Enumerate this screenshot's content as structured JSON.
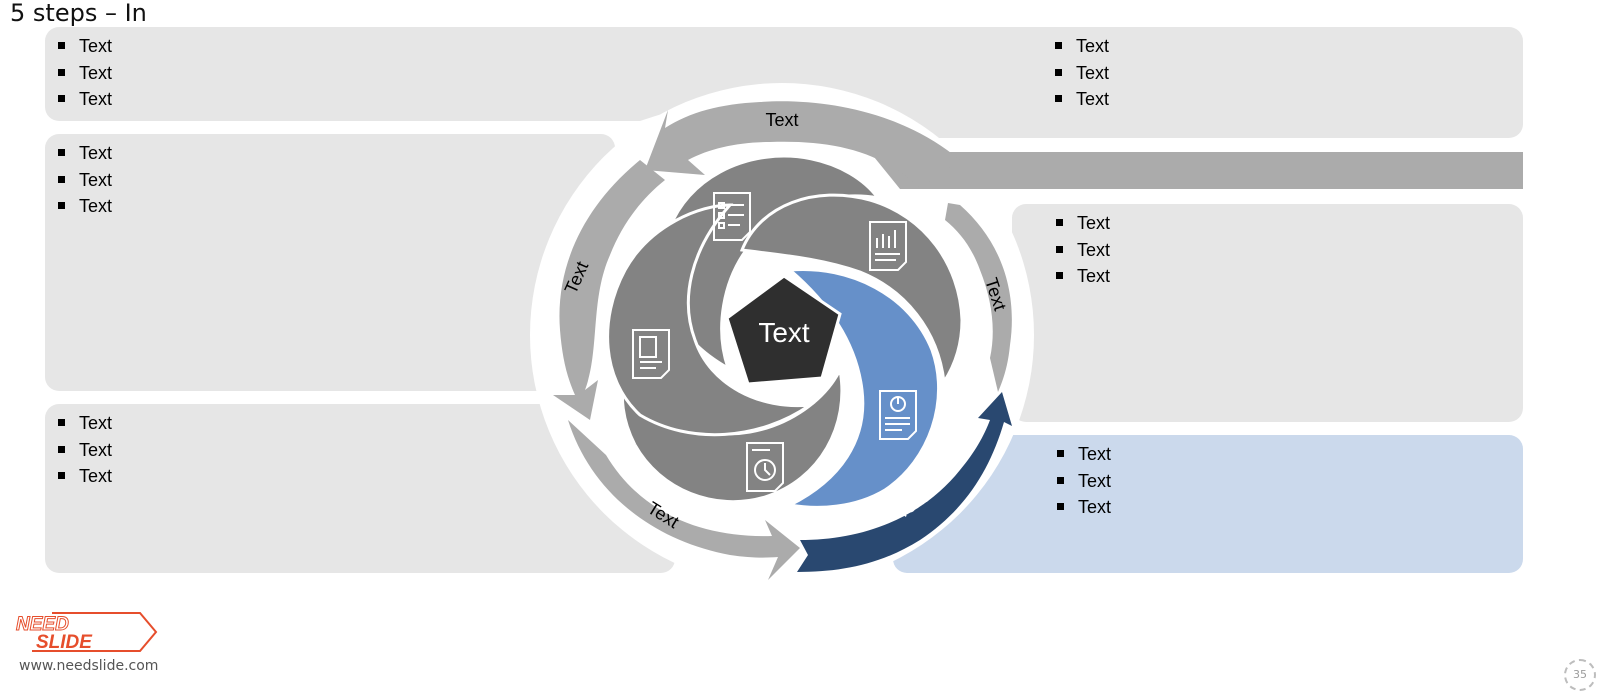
{
  "title": "5 steps – In",
  "center_label": "Text",
  "arrow_labels": {
    "top": "Text",
    "left": "Text",
    "bottom": "Text",
    "bottom_right": "Text",
    "right": "Text"
  },
  "panels": {
    "top_left": [
      "Text",
      "Text",
      "Text"
    ],
    "top_right": [
      "Text",
      "Text",
      "Text"
    ],
    "middle_left": [
      "Text",
      "Text",
      "Text"
    ],
    "middle_right": [
      "Text",
      "Text",
      "Text"
    ],
    "bottom_left": [
      "Text",
      "Text",
      "Text"
    ],
    "bottom_right": [
      "Text",
      "Text",
      "Text"
    ]
  },
  "colors": {
    "panel_gray": "#e6e6e6",
    "panel_blue": "#cbd9ec",
    "arrow_gray": "#ababab",
    "arrow_dark": "#294870",
    "petal_gray": "#838383",
    "petal_blue": "#6690c9",
    "center": "#2f2f2f",
    "logo_red": "#e64e2c"
  },
  "icons": {
    "petal_top": "checklist-document-icon",
    "petal_right": "chart-document-icon",
    "petal_blue": "pie-chart-document-icon",
    "petal_bottom": "clock-document-icon",
    "petal_left": "article-document-icon"
  },
  "footer": {
    "logo_line1": "NEED",
    "logo_line2": "SLIDE",
    "website": "www.needslide.com",
    "page_number": "35"
  }
}
